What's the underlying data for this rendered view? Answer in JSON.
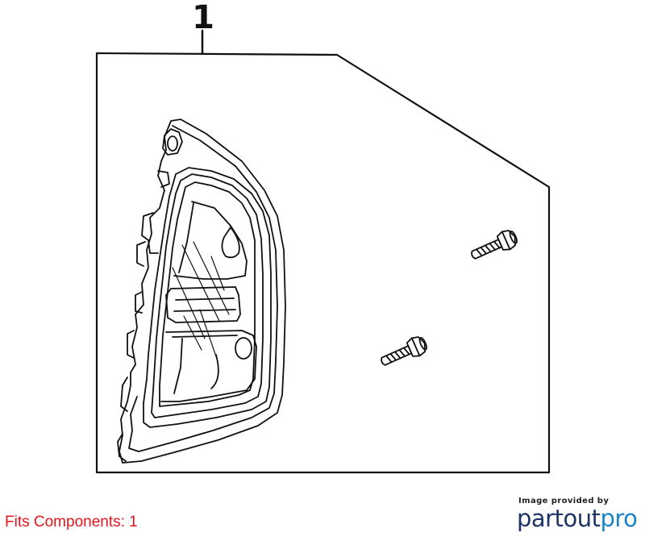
{
  "diagram": {
    "callout_number": "1",
    "parts": [
      {
        "name": "tail-lamp-assembly",
        "icon": "tail-lamp-icon"
      },
      {
        "name": "mounting-screw-upper",
        "icon": "screw-icon"
      },
      {
        "name": "mounting-screw-lower",
        "icon": "screw-icon"
      }
    ]
  },
  "footer": {
    "fits_components_text": "Fits Components: 1",
    "fits_color": "#e8141c",
    "credit_text": "Image provided by",
    "brand_part1": "partout",
    "brand_part2": "pro",
    "brand_color_1": "#1e3366",
    "brand_color_2": "#1b84c8"
  }
}
